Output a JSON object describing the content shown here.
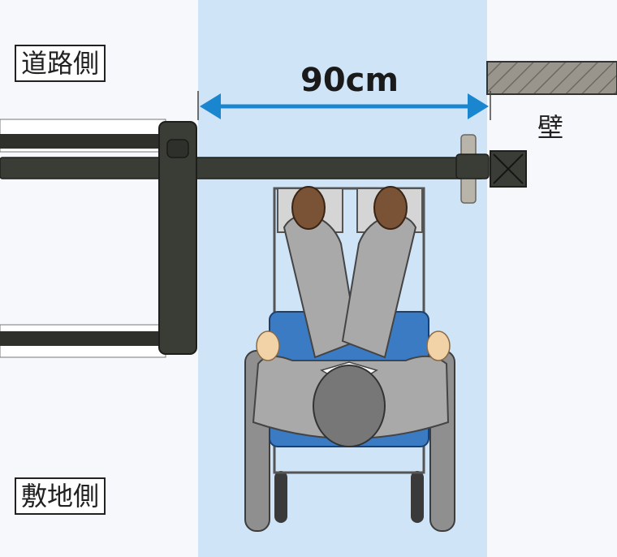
{
  "labels": {
    "road_side": "道路側",
    "site_side": "敷地側",
    "wall": "壁",
    "width": "90cm"
  },
  "colors": {
    "passage": "#cfe4f7",
    "arrow": "#1a86d0",
    "gate_dark": "#3a3c36",
    "suit": "#a9a9aa",
    "seat": "#3b7bc4"
  }
}
